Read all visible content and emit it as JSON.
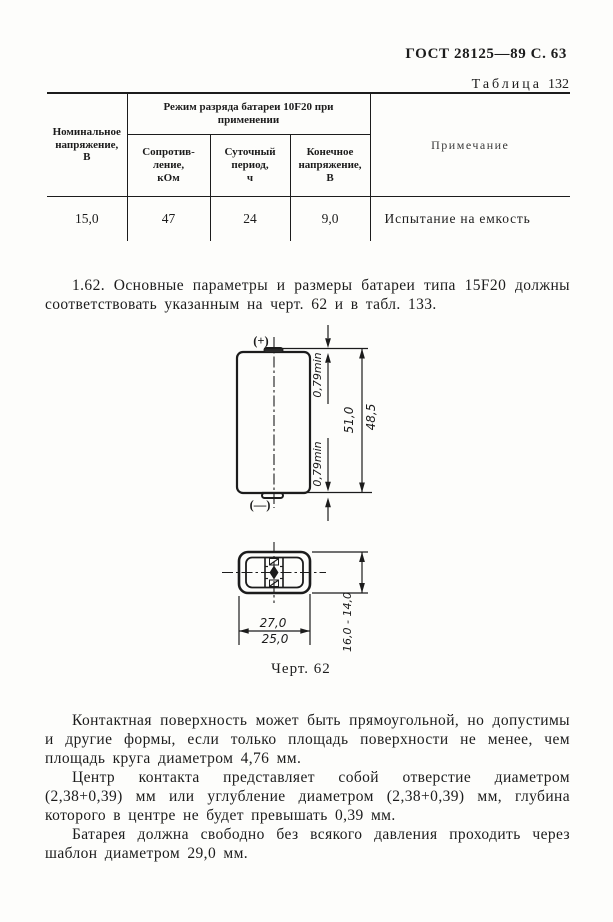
{
  "header": {
    "gost": "ГОСТ 28125—89 С. 63",
    "table_word": "Таблица",
    "table_num": "132"
  },
  "table": {
    "col_voltage_header": "Номинальное\nнапряжение,\nВ",
    "group_header": "Режим разряда батареи 10F20 при\nприменении",
    "sub_headers": [
      "Сопротив-\nление,\nкОм",
      "Суточный\nпериод,\nч",
      "Конечное\nнапряжение,\nВ"
    ],
    "note_header": "Примечание",
    "row": {
      "voltage": "15,0",
      "resistance": "47",
      "period": "24",
      "end_voltage": "9,0",
      "note": "Испытание на емкость"
    }
  },
  "paragraphs": {
    "p_1_62": "1.62. Основные параметры и размеры батареи типа 15F20 должны соответствовать указанным на черт. 62 и в табл. 133.",
    "p_contact_surface": "Контактная поверхность может быть прямоугольной, но допустимы и другие формы, если только площадь поверхности не менее, чем площадь круга диаметром 4,76 мм.",
    "p_contact_center": "Центр контакта представляет собой отверстие диаметром (2,38+0,39) мм или углубление диаметром (2,38+0,39) мм, глубина которого в центре не будет превышать 0,39 мм.",
    "p_gauge": "Батарея должна свободно без всякого давления проходить через шаблон диаметром 29,0 мм."
  },
  "figure": {
    "caption": "Черт. 62",
    "positive_label": "(+)",
    "negative_label": "(—)",
    "top_protrusion": "0,79min",
    "bottom_protrusion": "0,79min",
    "height_max": "51,0",
    "height_min": "48,5",
    "width_max": "27,0",
    "width_min": "25,0",
    "thickness_range": "16,0 - 14,0"
  }
}
